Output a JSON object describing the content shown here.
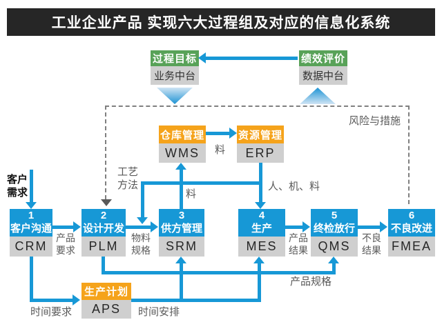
{
  "title": "工业企业产品 实现六大过程组及对应的信息化系统",
  "top": {
    "process_goal": "过程目标",
    "business_mid_platform": "业务中台",
    "performance_eval": "绩效评价",
    "data_mid_platform": "数据中台"
  },
  "risk_label": "风险与措施",
  "side_systems": {
    "warehouse": {
      "name": "仓库管理",
      "system": "WMS"
    },
    "resource": {
      "name": "资源管理",
      "system": "ERP"
    },
    "plan": {
      "name": "生产计划",
      "system": "APS"
    }
  },
  "process_boxes": [
    {
      "num": "1",
      "name": "客户沟通",
      "system": "CRM"
    },
    {
      "num": "2",
      "name": "设计开发",
      "system": "PLM"
    },
    {
      "num": "3",
      "name": "供方管理",
      "system": "SRM"
    },
    {
      "num": "4",
      "name": "生产",
      "system": "MES"
    },
    {
      "num": "5",
      "name": "终检放行",
      "system": "QMS"
    },
    {
      "num": "6",
      "name": "不良改进",
      "system": "FMEA"
    }
  ],
  "labels": {
    "customer_demand": "客户需求",
    "product_requirement": "产品要求",
    "material_spec": "物料规格",
    "product_result": "产品结果",
    "defect_result": "不良结果",
    "craft_method": "工艺方法",
    "material_wms_erp": "料",
    "material_srm_wms": "料",
    "man_machine_material": "人、机、料",
    "time_requirement": "时间要求",
    "time_arrangement": "时间安排",
    "product_spec": "产品规格"
  },
  "colors": {
    "blue": "#1798d6",
    "orange": "#f5a31b",
    "green": "#58a258",
    "box_gray": "#cfcfcf",
    "title_bg": "#262626",
    "label_gray": "#595959",
    "dash_gray": "#7f7f7f"
  }
}
